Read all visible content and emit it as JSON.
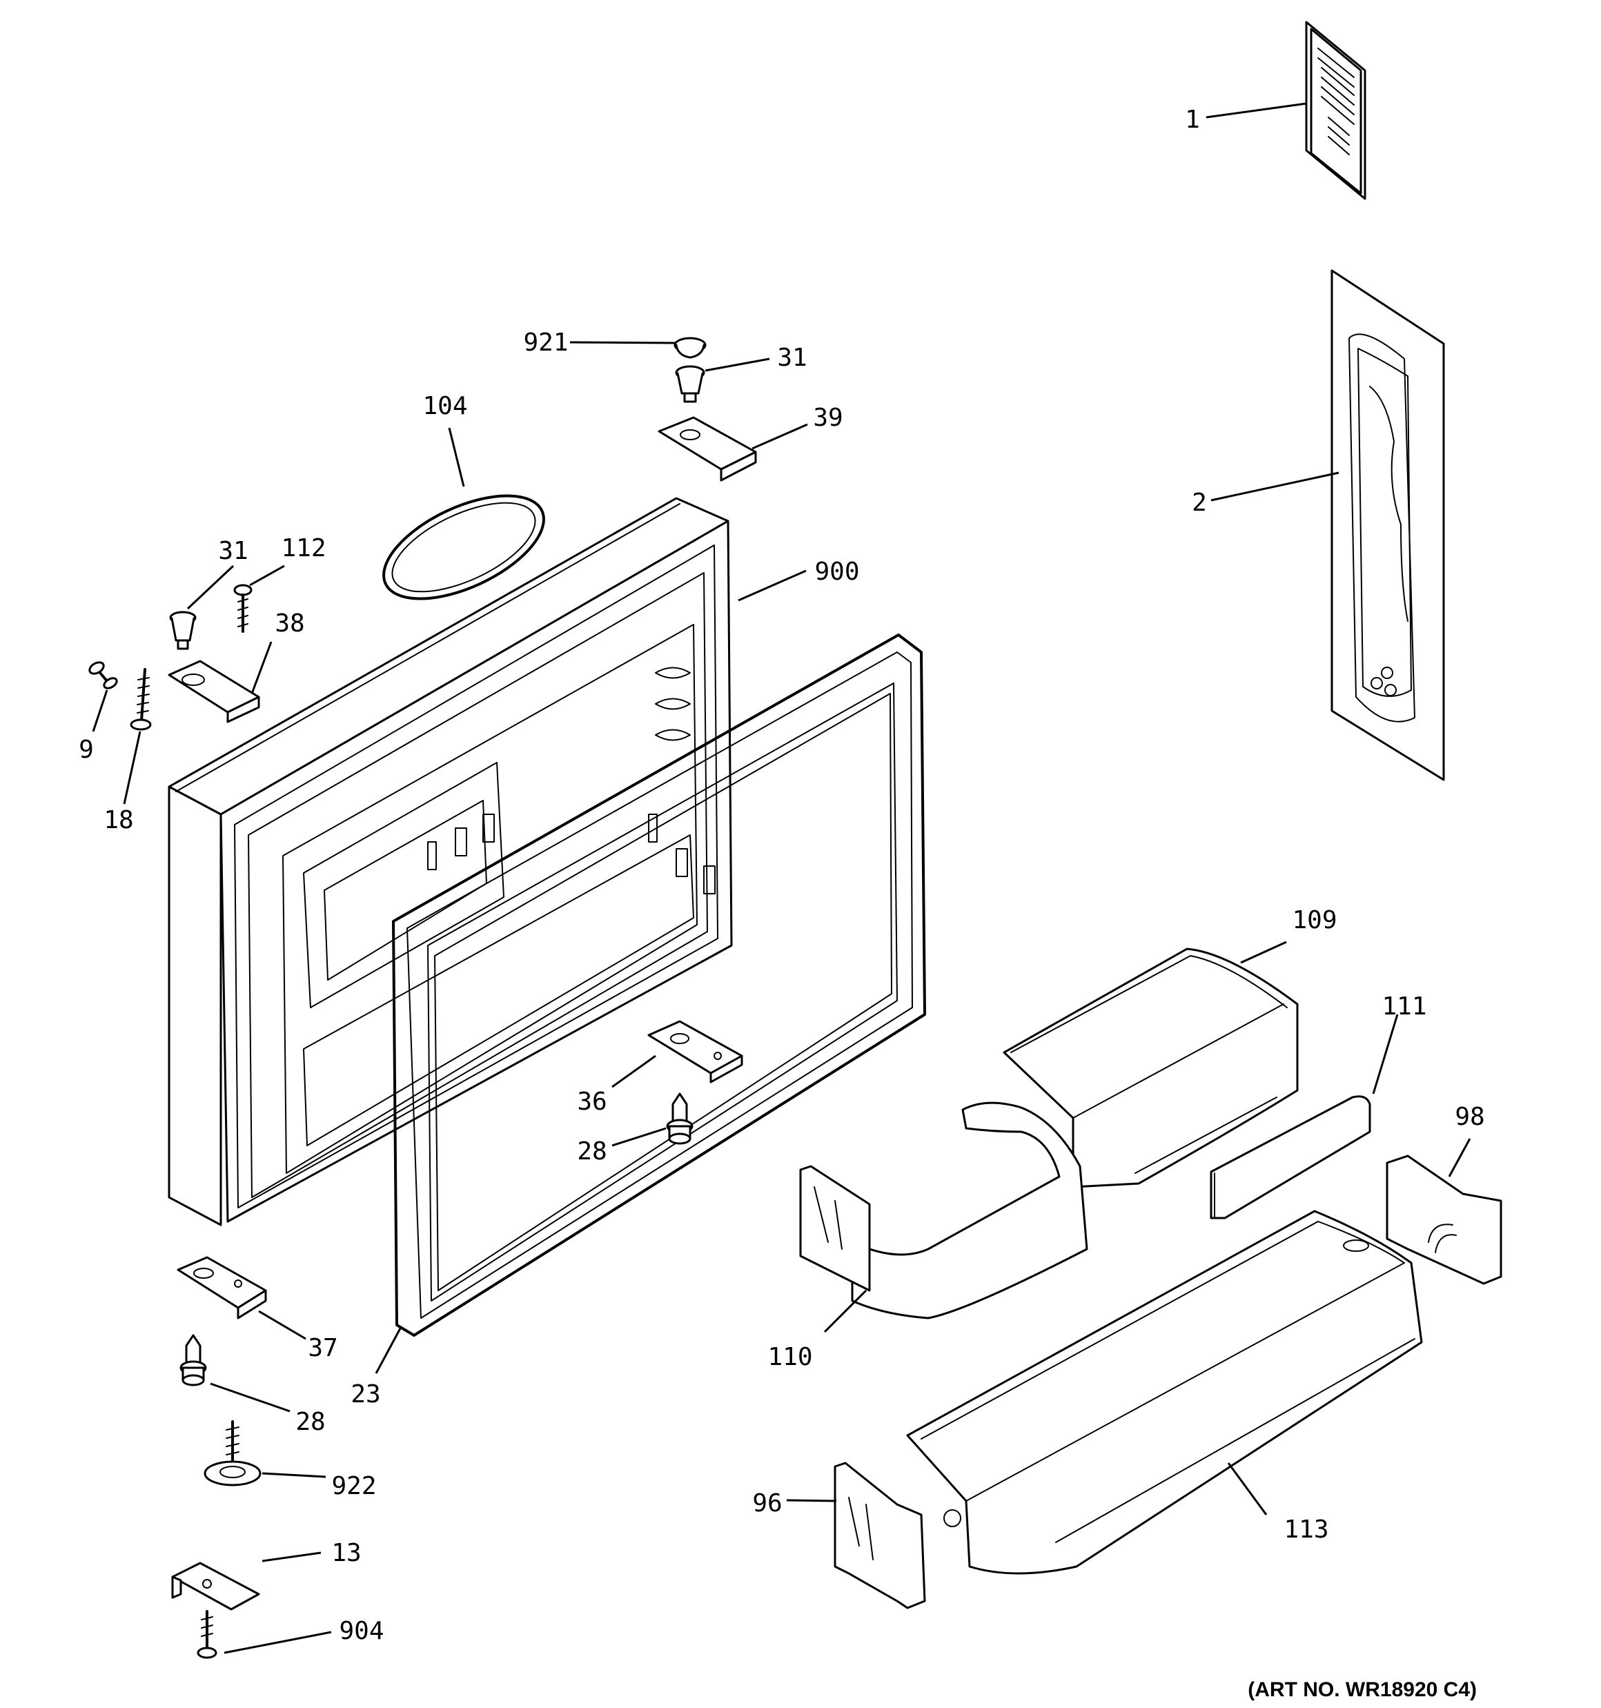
{
  "callouts": {
    "c1": "1",
    "c2": "2",
    "c921": "921",
    "c31a": "31",
    "c39": "39",
    "c104": "104",
    "c31b": "31",
    "c112": "112",
    "c900": "900",
    "c38": "38",
    "c9": "9",
    "c18": "18",
    "c109": "109",
    "c111": "111",
    "c98": "98",
    "c36": "36",
    "c28a": "28",
    "c110": "110",
    "c37": "37",
    "c23": "23",
    "c28b": "28",
    "c922": "922",
    "c96": "96",
    "c113": "113",
    "c13": "13",
    "c904": "904"
  },
  "art_number": "(ART NO. WR18920 C4)"
}
